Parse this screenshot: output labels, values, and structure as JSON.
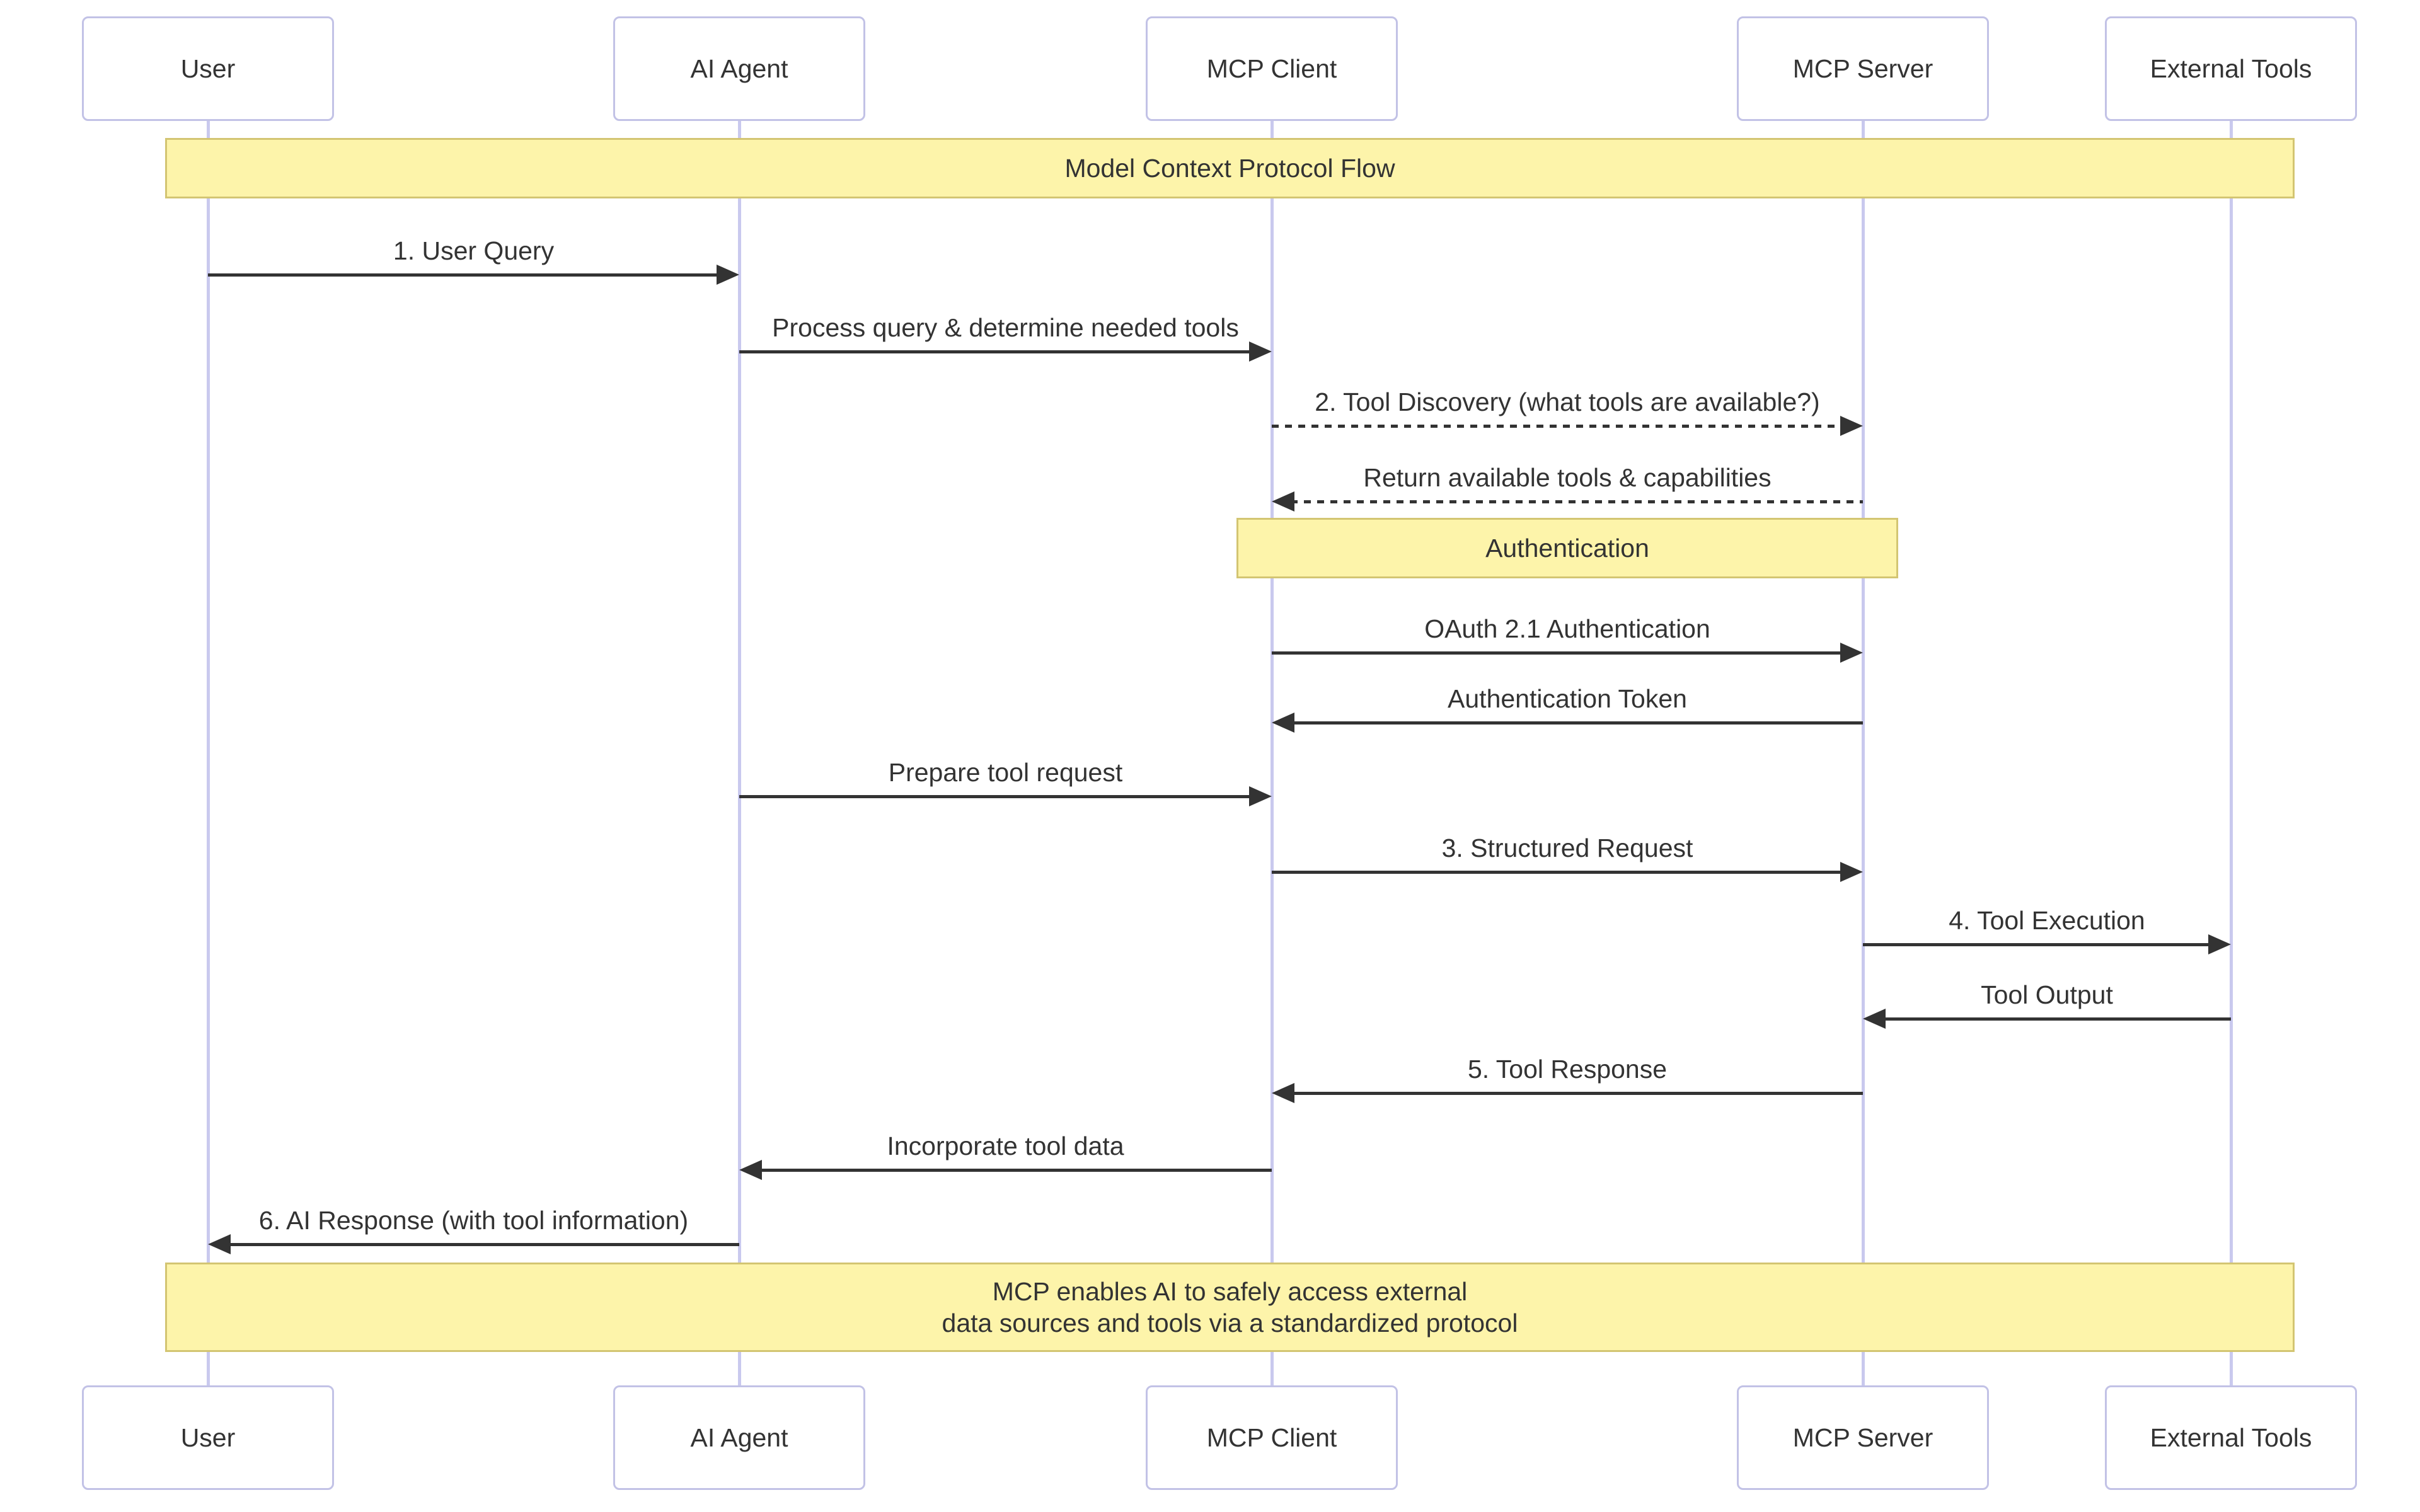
{
  "colors": {
    "text": "#333333",
    "arrow": "#333333",
    "lifeline": "#c9c9ee",
    "actor_border": "#c2c2e6",
    "actor_fill": "#ffffff",
    "note_fill": "#fdf4aa",
    "note_border": "#d3c572"
  },
  "diagram": {
    "title_note": "Model Context Protocol Flow",
    "auth_note": "Authentication",
    "footer_note": [
      "MCP enables AI to safely access external",
      "data sources and tools via a standardized protocol"
    ],
    "actors": [
      {
        "id": "user",
        "label": "User"
      },
      {
        "id": "ai",
        "label": "AI Agent"
      },
      {
        "id": "client",
        "label": "MCP Client"
      },
      {
        "id": "server",
        "label": "MCP Server"
      },
      {
        "id": "tools",
        "label": "External Tools"
      }
    ],
    "messages": [
      {
        "text": "1. User Query",
        "from": "user",
        "to": "ai",
        "line": "solid"
      },
      {
        "text": "Process query & determine needed tools",
        "from": "ai",
        "to": "client",
        "line": "solid"
      },
      {
        "text": "2. Tool Discovery (what tools are available?)",
        "from": "client",
        "to": "server",
        "line": "dashed"
      },
      {
        "text": "Return available tools & capabilities",
        "from": "server",
        "to": "client",
        "line": "dashed"
      },
      {
        "text": "OAuth 2.1 Authentication",
        "from": "client",
        "to": "server",
        "line": "solid"
      },
      {
        "text": "Authentication Token",
        "from": "server",
        "to": "client",
        "line": "solid"
      },
      {
        "text": "Prepare tool request",
        "from": "ai",
        "to": "client",
        "line": "solid"
      },
      {
        "text": "3. Structured Request",
        "from": "client",
        "to": "server",
        "line": "solid"
      },
      {
        "text": "4. Tool Execution",
        "from": "server",
        "to": "tools",
        "line": "solid"
      },
      {
        "text": "Tool Output",
        "from": "tools",
        "to": "server",
        "line": "solid"
      },
      {
        "text": "5. Tool Response",
        "from": "server",
        "to": "client",
        "line": "solid"
      },
      {
        "text": "Incorporate tool data",
        "from": "client",
        "to": "ai",
        "line": "solid"
      },
      {
        "text": "6. AI Response (with tool information)",
        "from": "ai",
        "to": "user",
        "line": "solid"
      }
    ]
  }
}
